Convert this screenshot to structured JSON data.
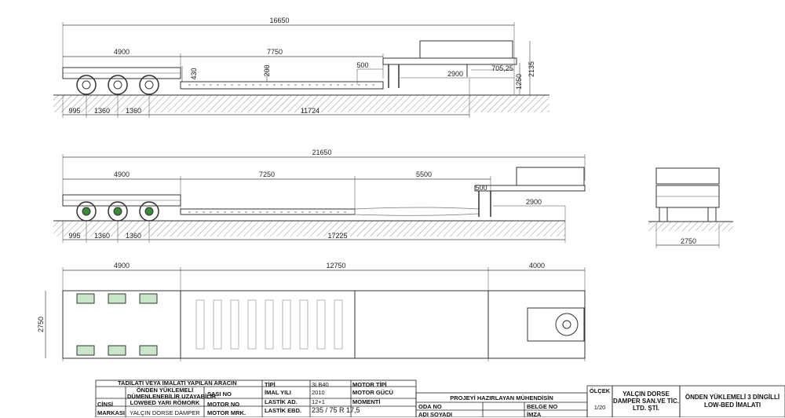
{
  "side_view_top": {
    "overall": "16650",
    "gooseneck_len": "4900",
    "deck_len": "7750",
    "ramp_h": "430",
    "deck_h": "200",
    "step": "500",
    "neck_len": "2900",
    "kingpin": "705,25",
    "neck_h": "1250",
    "total_h": "2135",
    "axle_front": "995",
    "axle_spacing_1": "1360",
    "axle_spacing_2": "1360",
    "wheelbase": "11724"
  },
  "side_view_bottom": {
    "overall": "21650",
    "gooseneck_len": "4900",
    "deck_len": "7250",
    "extension": "5500",
    "step": "500",
    "neck_len": "2900",
    "axle_front": "995",
    "axle_spacing_1": "1360",
    "axle_spacing_2": "1360",
    "wheelbase": "17225"
  },
  "end_view": {
    "width": "2750"
  },
  "plan_view": {
    "rear_len": "4900",
    "middle_len": "12750",
    "front_len": "4000",
    "width": "2750"
  },
  "title_block": {
    "vehicle_header": "TADİLATI VEYA İMALATI YAPILAN ARACIN",
    "cinsi_label": "CİNSİ",
    "cinsi_value_1": "ÖNDEN YÜKLEMELİ",
    "cinsi_value_2": "DÜMENLENEBİLİR UZAYABİLİR",
    "cinsi_value_3": "LOWBED YARI RÖMORK",
    "sasi_label": "SASI NO",
    "markasi_label": "MARKASI",
    "markasi_value": "YALÇIN DORSE DAMPER",
    "motor_no_label": "MOTOR NO",
    "motor_mrk_label": "MOTOR MRK.",
    "tipi_label": "TİPİ",
    "tipi_value": "3LB40",
    "imal_yili_label": "İMAL YILI",
    "imal_yili_value": "2010",
    "lastik_ad_label": "LASTİK AD.",
    "lastik_ad_value": "12+1",
    "lastik_ebd_label": "LASTİK EBD.",
    "lastik_ebd_value": "235 / 75 R 17,5",
    "motor_tipi_label": "MOTOR TİPİ",
    "motor_gucu_label": "MOTOR GÜCÜ",
    "momenti_label": "MOMENTİ",
    "engineer_header": "PROJEYİ HAZIRLAYAN MÜHENDİSİN",
    "oda_no_label": "ODA NO",
    "belge_no_label": "BELGE NO",
    "adi_soyadi_label": "ADI SOYADI",
    "imza_label": "İMZA",
    "olcek_label": "ÖLÇEK",
    "olcek_value": "1/20",
    "company_1": "YALÇIN DORSE",
    "company_2": "DAMPER SAN.VE TİC.",
    "company_3": "LTD. ŞTİ.",
    "drawing_title_1": "ÖNDEN YÜKLEMELİ 3 DİNGİLLİ",
    "drawing_title_2": "LOW-BED İMALATI"
  }
}
